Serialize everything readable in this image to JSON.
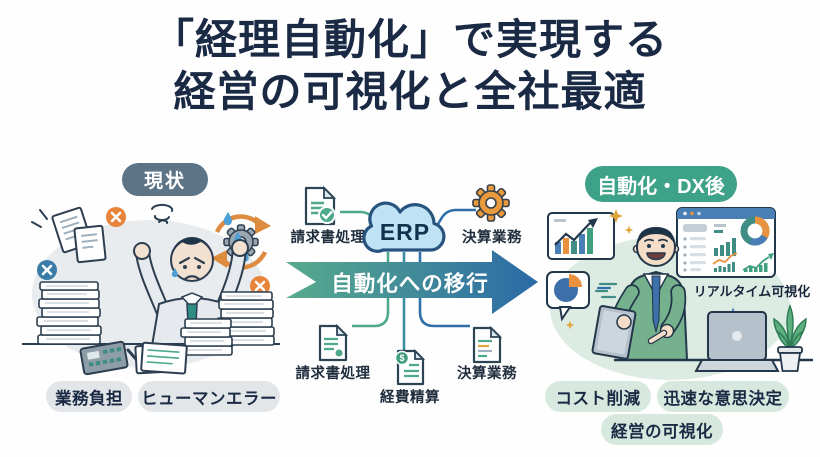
{
  "title": {
    "line1": "「経理自動化」で実現する",
    "line2": "経営の可視化と全社最適"
  },
  "current_state": {
    "badge": "現状",
    "issue_pills": [
      "業務負担",
      "ヒューマンエラー"
    ],
    "illustration": "stressed-accountant-with-paper-stacks"
  },
  "transition": {
    "erp_label": "ERP",
    "arrow_label": "自動化への移行",
    "top_items": [
      {
        "label": "請求書処理",
        "icon": "invoice-check-icon"
      },
      {
        "label": "決算業務",
        "icon": "gear-icon"
      }
    ],
    "bottom_items": [
      {
        "label": "請求書処理",
        "icon": "invoice-document-icon"
      },
      {
        "label": "経費精算",
        "icon": "expense-dollar-document-icon"
      },
      {
        "label": "決算業務",
        "icon": "closing-report-document-icon"
      }
    ]
  },
  "dx_state": {
    "badge": "自動化・DX後",
    "caption": "リアルタイム可視化",
    "benefit_pills": [
      "コスト削減",
      "迅速な意思決定",
      "経営の可視化"
    ],
    "illustration": "happy-manager-with-dashboard"
  },
  "icons": {
    "dollar_glyph": "$"
  },
  "colors": {
    "title_text": "#1a2a44",
    "current_badge_bg": "#5d7386",
    "dx_badge_bg": "#3da287",
    "gray_pill_bg": "#e3e6e9",
    "green_pill_bg": "#d7e9df",
    "arrow_gradient_start": "#57ab8c",
    "arrow_gradient_end": "#2b6aa6",
    "cloud_fill": "#bfe2f5",
    "cloud_stroke": "#27547e",
    "accent_green": "#4ea98c",
    "accent_teal": "#3b8da1",
    "accent_blue": "#2f6fa8",
    "accent_orange": "#e8913f"
  }
}
